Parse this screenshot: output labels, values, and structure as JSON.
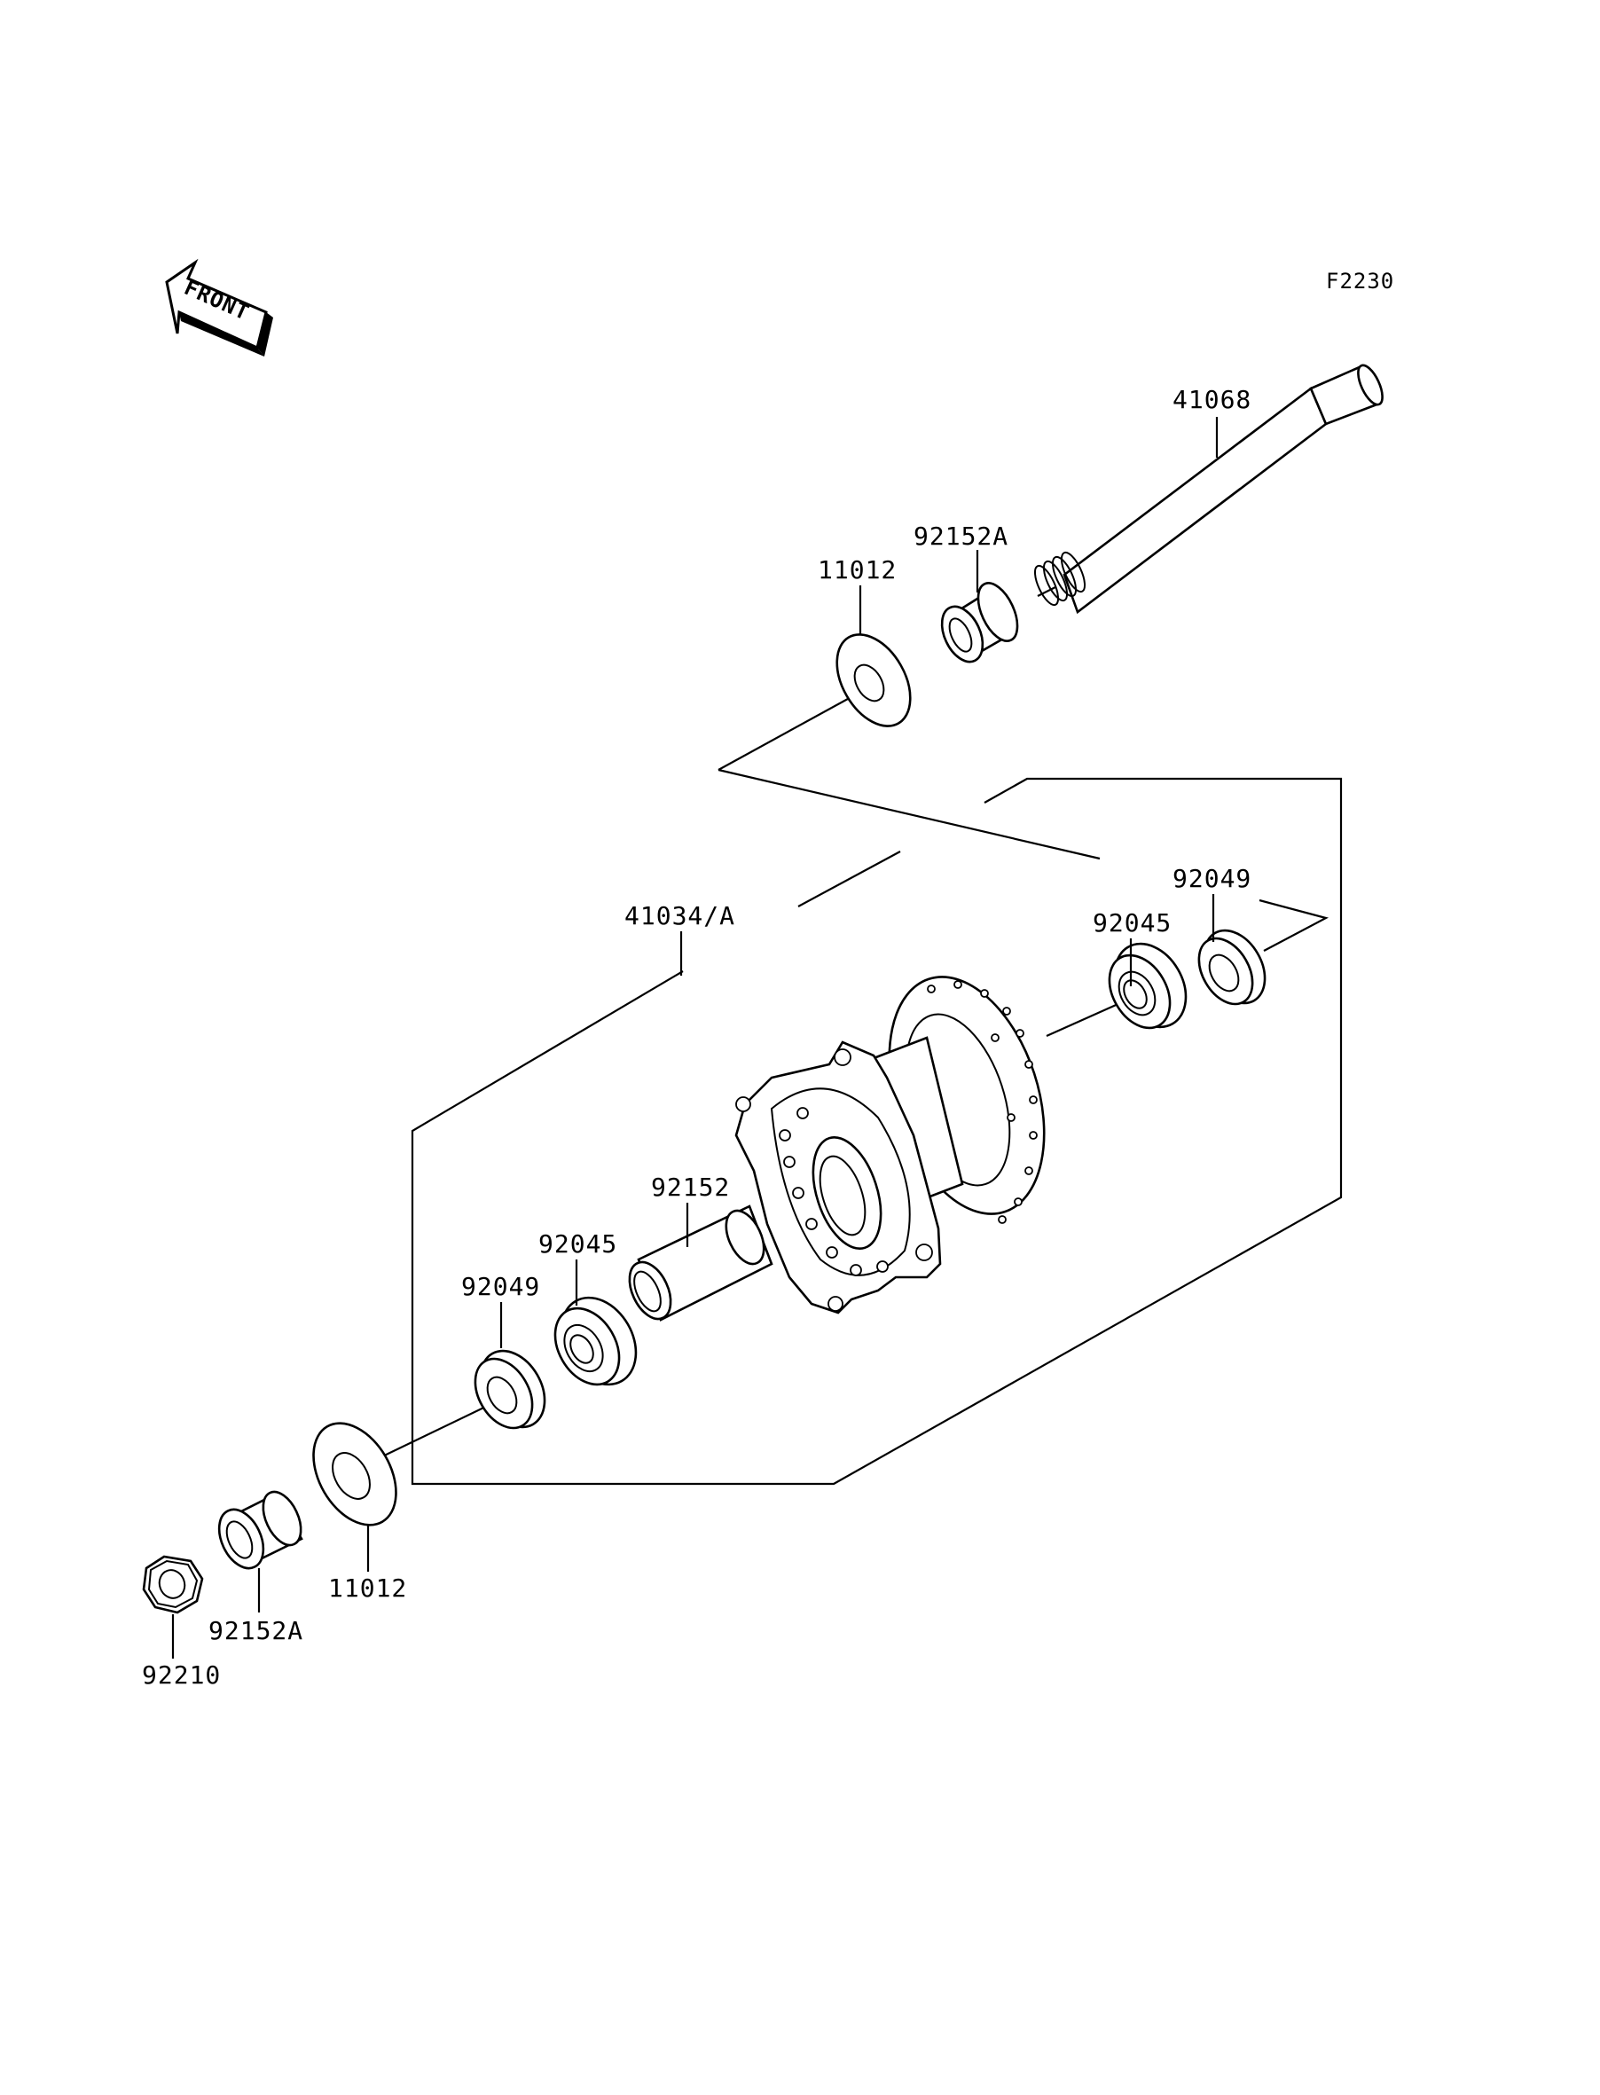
{
  "diagram_code": "F2230",
  "front_label": "FRONT",
  "callouts": {
    "axle": "41068",
    "collar_top": "92152A",
    "cover_top": "11012",
    "hub": "41034/A",
    "bearing_right": "92045",
    "seal_right": "92049",
    "spacer": "92152",
    "bearing_left": "92045",
    "seal_left": "92049",
    "cover_bottom": "11012",
    "collar_bottom": "92152A",
    "nut": "92210"
  }
}
